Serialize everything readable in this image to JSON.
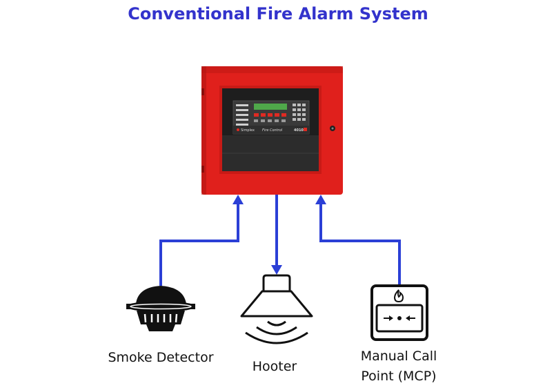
{
  "title": "Conventional Fire Alarm System",
  "panel": {
    "brand_text": "Simplex",
    "control_text": "Fire Control",
    "model_text": "4010"
  },
  "devices": {
    "smoke_detector": "Smoke Detector",
    "hooter": "Hooter",
    "mcp_line1": "Manual Call",
    "mcp_line2": "Point (MCP)"
  },
  "colors": {
    "title": "#3333cc",
    "wire": "#2b3fd6",
    "panel_red": "#e0201c",
    "panel_dark": "#2a2a2a",
    "device_black": "#111111"
  }
}
